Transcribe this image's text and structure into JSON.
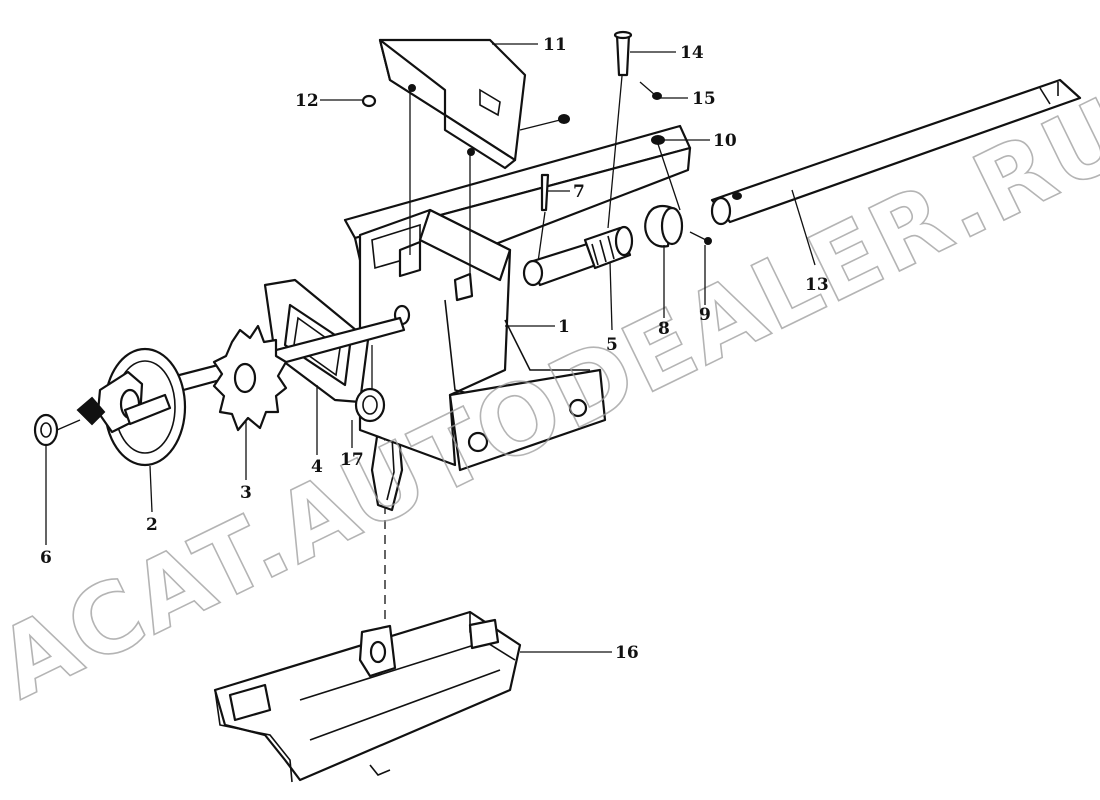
{
  "watermark": "ACAT.AUTODEALER.RU",
  "callouts": [
    {
      "id": "1",
      "label": "1"
    },
    {
      "id": "2",
      "label": "2"
    },
    {
      "id": "3",
      "label": "3"
    },
    {
      "id": "4",
      "label": "4"
    },
    {
      "id": "5",
      "label": "5"
    },
    {
      "id": "6",
      "label": "6"
    },
    {
      "id": "7",
      "label": "7"
    },
    {
      "id": "8",
      "label": "8"
    },
    {
      "id": "9",
      "label": "9"
    },
    {
      "id": "10",
      "label": "10"
    },
    {
      "id": "11",
      "label": "11"
    },
    {
      "id": "12",
      "label": "12"
    },
    {
      "id": "13",
      "label": "13"
    },
    {
      "id": "14",
      "label": "14"
    },
    {
      "id": "15",
      "label": "15"
    },
    {
      "id": "16",
      "label": "16"
    },
    {
      "id": "17",
      "label": "17"
    }
  ]
}
